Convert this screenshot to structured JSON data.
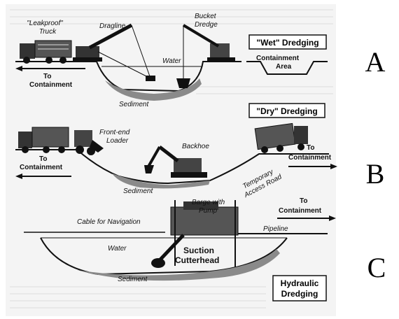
{
  "panel_a": {
    "truck_label_1": "\"Leakproof\"",
    "truck_label_2": "Truck",
    "dragline_label": "Dragline",
    "bucket_label_1": "Bucket",
    "bucket_label_2": "Dredge",
    "water_label": "Water",
    "sediment_label": "Sediment",
    "to_label": "To",
    "containment_label": "Containment",
    "method_title": "\"Wet\" Dredging",
    "area_label_1": "Containment",
    "area_label_2": "Area",
    "letter": "A"
  },
  "panel_b": {
    "method_title": "\"Dry\" Dredging",
    "loader_label_1": "Front-end",
    "loader_label_2": "Loader",
    "backhoe_label": "Backhoe",
    "to_left": "To",
    "containment_left": "Containment",
    "to_right": "To",
    "containment_right": "Containment",
    "road_label_1": "Temporary",
    "road_label_2": "Access Road",
    "sediment_label": "Sediment",
    "letter": "B"
  },
  "panel_c": {
    "barge_label_1": "Barge with",
    "barge_label_2": "Pump",
    "to_label": "To",
    "containment_label": "Containment",
    "cable_label": "Cable for Navigation",
    "pipeline_label": "Pipeline",
    "water_label": "Water",
    "cutter_label_1": "Suction",
    "cutter_label_2": "Cutterhead",
    "sediment_label": "Sediment",
    "method_title_1": "Hydraulic",
    "method_title_2": "Dredging",
    "letter": "C"
  },
  "colors": {
    "ink": "#111111",
    "paper": "#f4f4f4",
    "background": "#ffffff"
  }
}
